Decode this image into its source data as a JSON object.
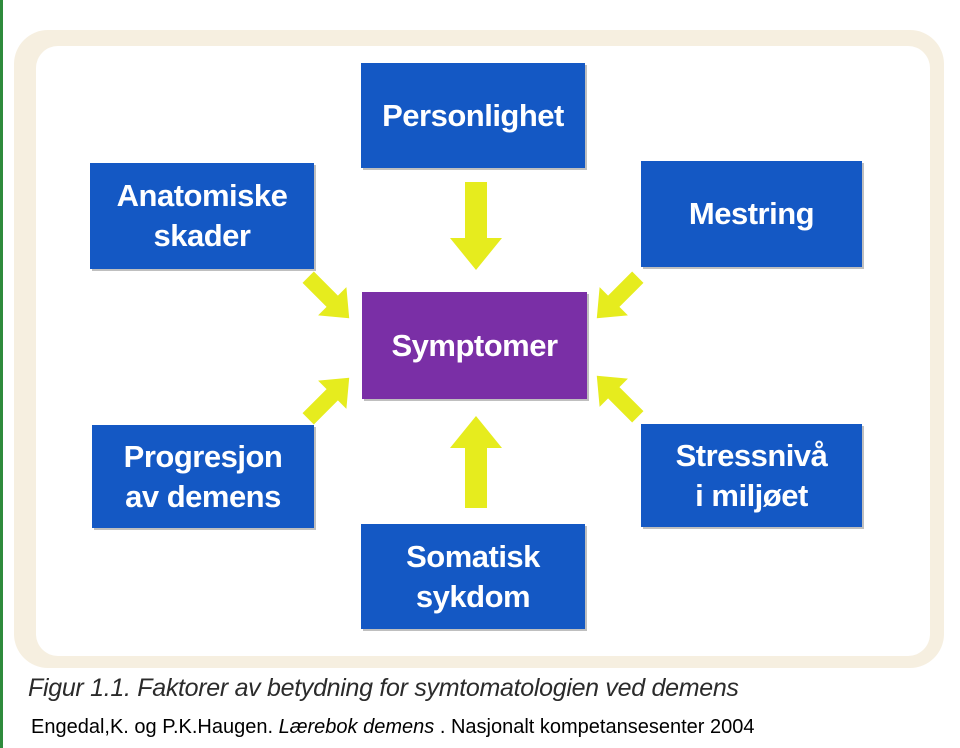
{
  "diagram": {
    "center": "Symptomer",
    "factors": {
      "top": "Personlighet",
      "top_left": "Anatomiske\nskader",
      "top_right": "Mestring",
      "bottom_left": "Progresjon\nav demens",
      "bottom_right": "Stressnivå\ni miljøet",
      "bottom": "Somatisk\nsykdom"
    },
    "colors": {
      "factor_box": "#1458c4",
      "center_box": "#7a2fa6",
      "arrow": "#e6ec1e",
      "frame": "#f6efe0"
    }
  },
  "caption": "Figur 1.1. Faktorer av betydning for symtomatologien ved demens",
  "source": {
    "authors": "Engedal,K. og P.K.Haugen.",
    "title": "Lærebok demens",
    "publisher": ". Nasjonalt kompetansesenter 2004"
  }
}
